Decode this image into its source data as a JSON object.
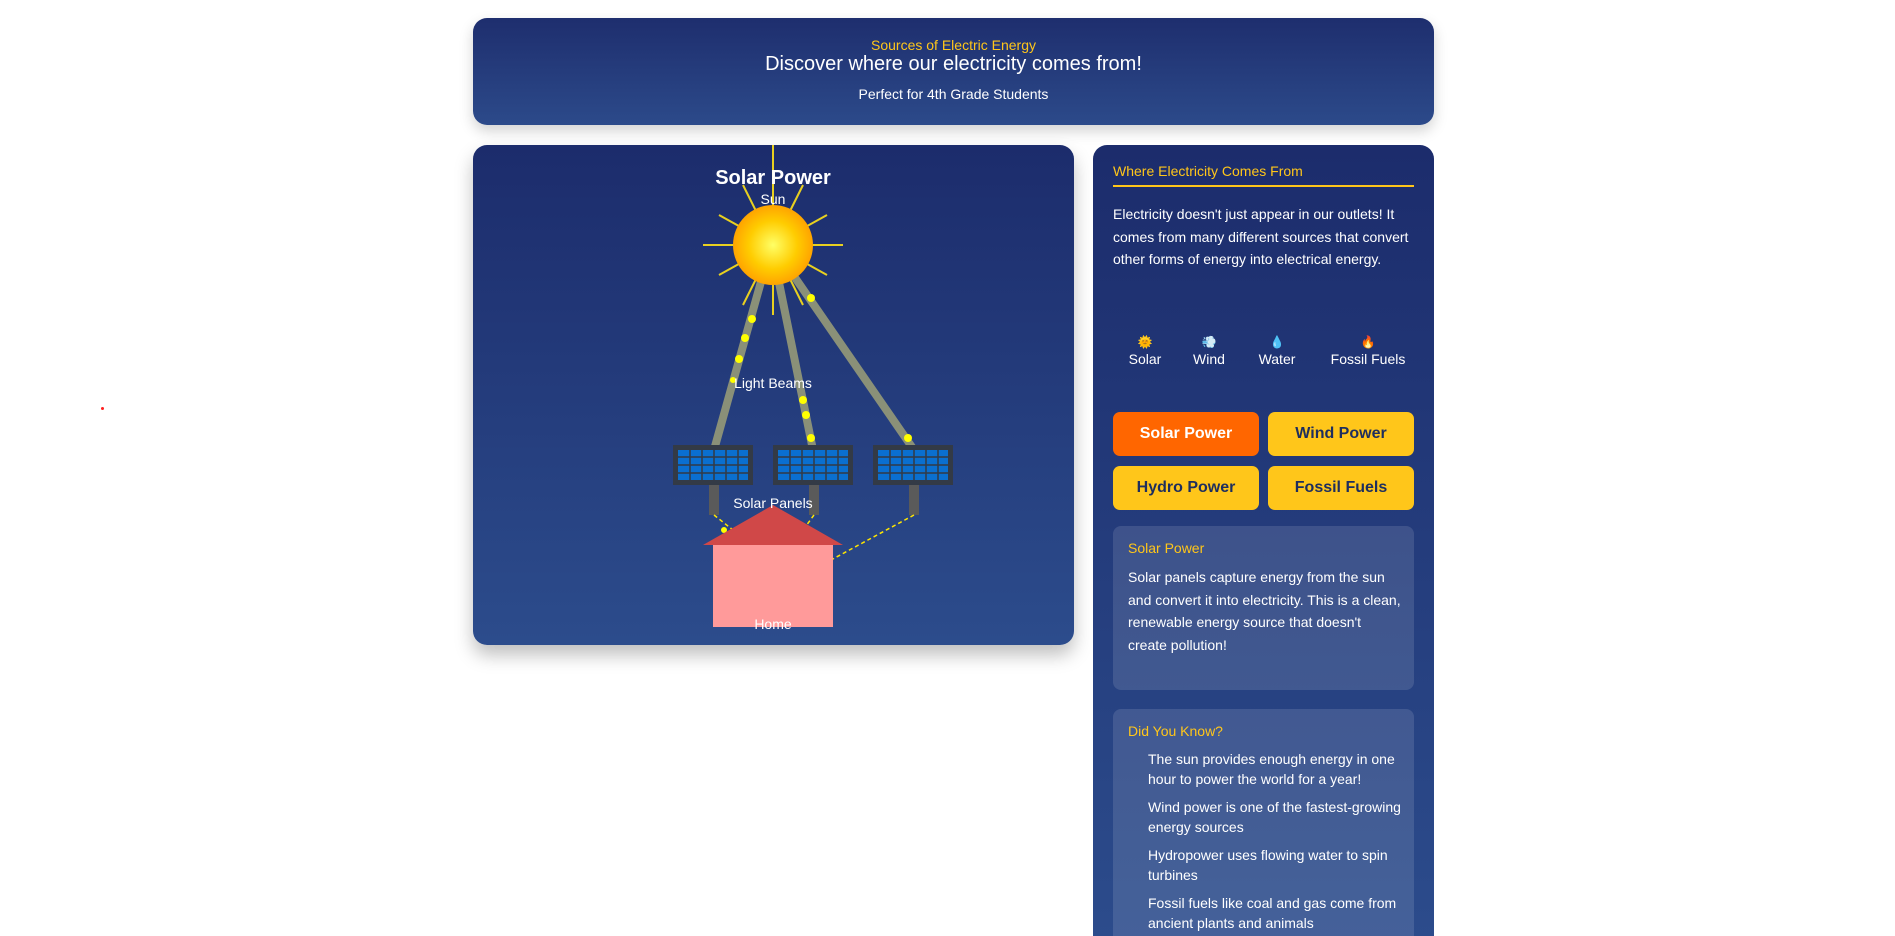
{
  "header": {
    "kicker": "Sources of Electric Energy",
    "title": "Discover where our electricity comes from!",
    "subtitle": "Perfect for 4th Grade Students"
  },
  "scene": {
    "title": "Solar Power",
    "labels": {
      "sun": "Sun",
      "beams": "Light Beams",
      "panels": "Solar Panels",
      "home": "Home"
    },
    "colors": {
      "sun": "#ffcc00",
      "beam": "#8a9078",
      "panel": "#0a6fd0",
      "roof": "#d04848",
      "house": "#ff9a9a",
      "spark": "#ffff00"
    }
  },
  "sidebar": {
    "heading": "Where Electricity Comes From",
    "intro": "Electricity doesn't just appear in our outlets! It comes from many different sources that convert other forms of energy into electrical energy.",
    "legend": [
      {
        "icon": "sun-icon",
        "glyph": "🌞",
        "label": "Solar"
      },
      {
        "icon": "wind-icon",
        "glyph": "💨",
        "label": "Wind"
      },
      {
        "icon": "water-drop-icon",
        "glyph": "💧",
        "label": "Water"
      },
      {
        "icon": "fire-icon",
        "glyph": "🔥",
        "label": "Fossil Fuels"
      }
    ],
    "buttons": {
      "solar": "Solar Power",
      "wind": "Wind Power",
      "hydro": "Hydro Power",
      "fossil": "Fossil Fuels"
    },
    "info": {
      "title": "Solar Power",
      "text": "Solar panels capture energy from the sun and convert it into electricity. This is a clean, renewable energy source that doesn't create pollution!"
    },
    "facts": {
      "title": "Did You Know?",
      "items": [
        "The sun provides enough energy in one hour to power the world for a year!",
        "Wind power is one of the fastest-growing energy sources",
        "Hydropower uses flowing water to spin turbines",
        "Fossil fuels like coal and gas come from ancient plants and animals"
      ]
    }
  }
}
